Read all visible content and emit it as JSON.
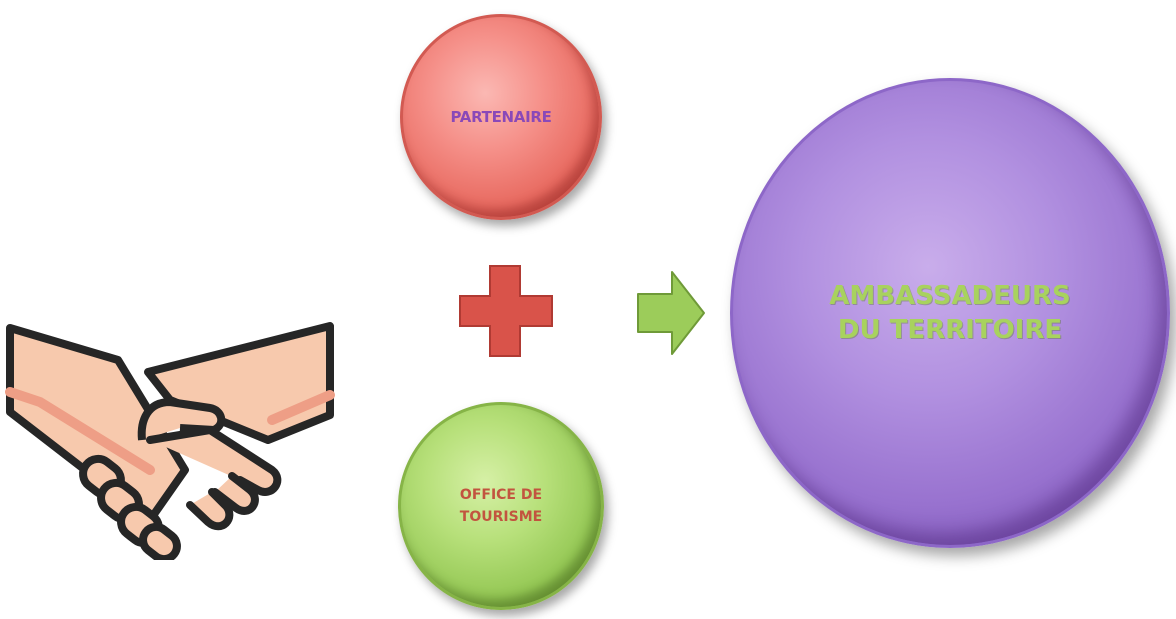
{
  "diagram": {
    "partner_label": "PARTENAIRE",
    "office_label_line1": "OFFICE DE",
    "office_label_line2": "TOURISME",
    "ambassador_label_line1": "AMBASSADEURS",
    "ambassador_label_line2": "DU TERRITOIRE",
    "plus_symbol_color": "#d9534a",
    "arrow_color": "#9ccc5a"
  },
  "icons": {
    "handshake": "handshake-icon",
    "plus": "plus-icon",
    "arrow": "arrow-right-icon"
  }
}
